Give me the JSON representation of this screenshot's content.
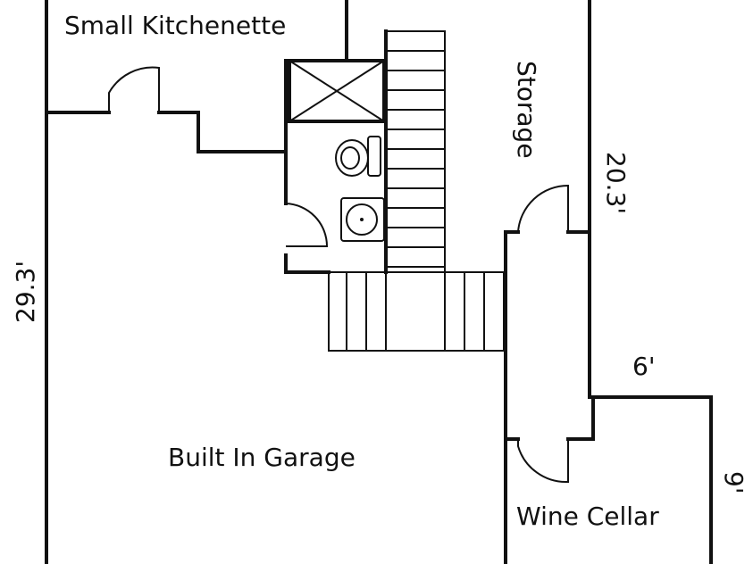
{
  "rooms": {
    "kitchenette": "Small Kitchenette",
    "storage": "Storage",
    "garage": "Built In Garage",
    "wine_cellar": "Wine Cellar"
  },
  "dimensions": {
    "left_height": "29.3'",
    "right_height": "20.3'",
    "cellar_width": "6'",
    "cellar_height": "9'"
  }
}
